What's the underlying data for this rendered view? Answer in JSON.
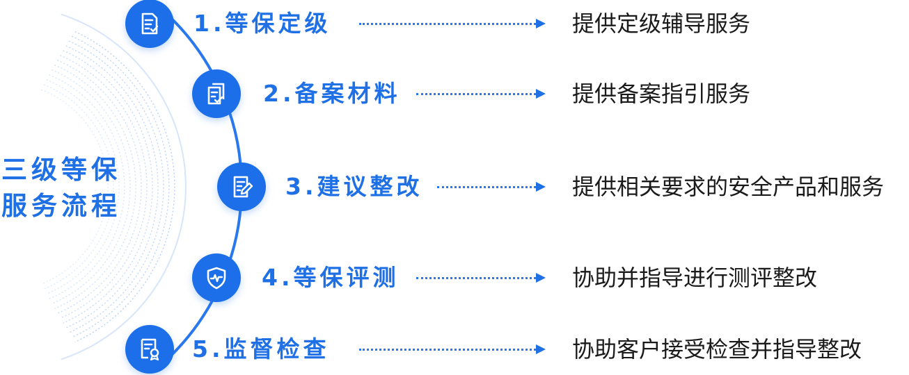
{
  "title": {
    "line1": "三级等保",
    "line2": "服务流程"
  },
  "colors": {
    "accent": "#1c6fe8",
    "text": "#1a1a1a"
  },
  "steps": [
    {
      "label": "1.等保定级",
      "description": "提供定级辅导服务",
      "icon": "document-check-icon"
    },
    {
      "label": "2.备案材料",
      "description": "提供备案指引服务",
      "icon": "files-check-icon"
    },
    {
      "label": "3.建议整改",
      "description": "提供相关要求的安全产品和服务",
      "icon": "edit-document-icon"
    },
    {
      "label": "4.等保评测",
      "description": "协助并指导进行测评整改",
      "icon": "shield-pulse-icon"
    },
    {
      "label": "5.监督检查",
      "description": "协助客户接受检查并指导整改",
      "icon": "certificate-icon"
    }
  ]
}
